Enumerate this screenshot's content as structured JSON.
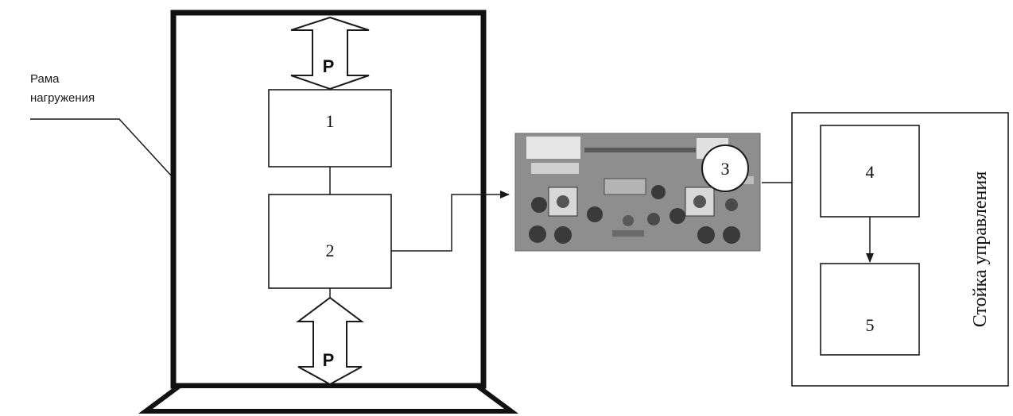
{
  "frame_label_line1": "Рама",
  "frame_label_line2": "нагружения",
  "force_top": "P",
  "force_bottom": "P",
  "block_1": "1",
  "block_2": "2",
  "block_3": "3",
  "block_4": "4",
  "block_5": "5",
  "rack_label": "Стойка управления",
  "colors": {
    "stroke": "#1a1a1a",
    "board": "#8a8a8a",
    "board_dark": "#3a3a3a"
  }
}
